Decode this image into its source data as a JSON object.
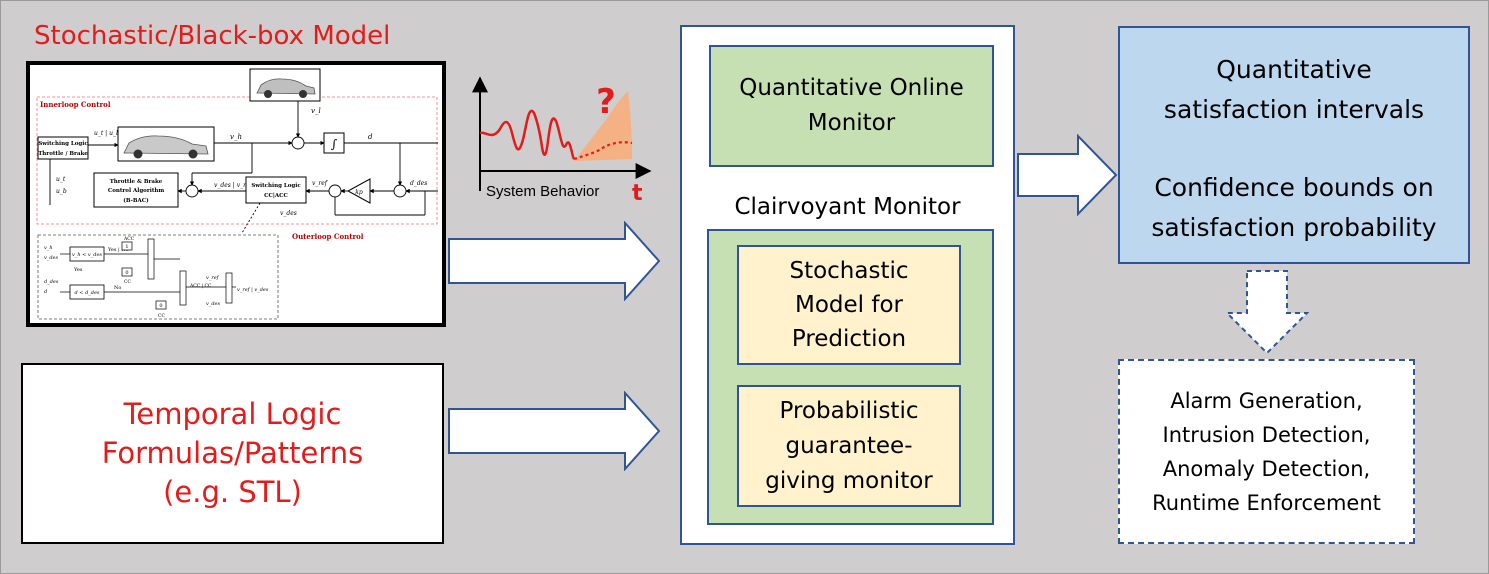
{
  "model": {
    "title": "Stochastic/Black-box Model",
    "diagram": {
      "innerloop": "Innerloop Control",
      "outerloop": "Outerloop Control",
      "switching_logic_1": "Switching Logic",
      "throttle_brake": "Throttle / Brake",
      "throttle_brake_ctrl": "Throttle & Brake",
      "control_algorithm": "Control Algorithm",
      "bbac": "(B-BAC)",
      "switching_logic_2": "Switching Logic",
      "cc_acc": "CC|ACC",
      "integral": "∫",
      "kp": "kp",
      "var_vl": "v_l",
      "var_vh": "v_h",
      "var_d": "d",
      "var_ddes": "d_des",
      "var_vref": "v_ref",
      "var_vdes": "v_des",
      "var_ut": "u_t",
      "var_ub": "u_b",
      "var_ut_ub": "u_t | u_b",
      "var_vdes_vref": "v_des | v_ref",
      "cmp1": "v_h < v_des",
      "cmp2": "d < d_des",
      "acc": "ACC",
      "cc": "CC",
      "yes_no": "Yes | No",
      "yes": "Yes",
      "no": "No",
      "acc_cc": "ACC | CC",
      "vref_vdes": "v_ref | v_des",
      "one": "1",
      "zero": "0"
    }
  },
  "behavior": {
    "axis_label": "System Behavior",
    "t_label": "t",
    "question": "?"
  },
  "formulas": {
    "line1": "Temporal Logic",
    "line2": "Formulas/Patterns",
    "line3": "(e.g. STL)"
  },
  "monitor": {
    "online_line1": "Quantitative Online",
    "online_line2": "Monitor",
    "clairvoyant_title": "Clairvoyant Monitor",
    "stochastic_line1": "Stochastic",
    "stochastic_line2": "Model for",
    "stochastic_line3": "Prediction",
    "probabilistic_line1": "Probabilistic",
    "probabilistic_line2": "guarantee-",
    "probabilistic_line3": "giving monitor"
  },
  "outputs": {
    "line1": "Quantitative",
    "line2": "satisfaction intervals",
    "line3": "Confidence bounds on",
    "line4": "satisfaction probability"
  },
  "applications": {
    "line1": "Alarm Generation,",
    "line2": "Intrusion Detection,",
    "line3": "Anomaly Detection,",
    "line4": "Runtime Enforcement"
  },
  "colors": {
    "background": "#cfcdcd",
    "red_text": "#e31b1b",
    "green_fill": "#c6e0b4",
    "yellow_fill": "#fff2cc",
    "blue_fill": "#bdd7ee",
    "border_blue": "#2f5597",
    "signal_red": "#e31b1b",
    "uncertainty_orange": "#f4b183"
  }
}
